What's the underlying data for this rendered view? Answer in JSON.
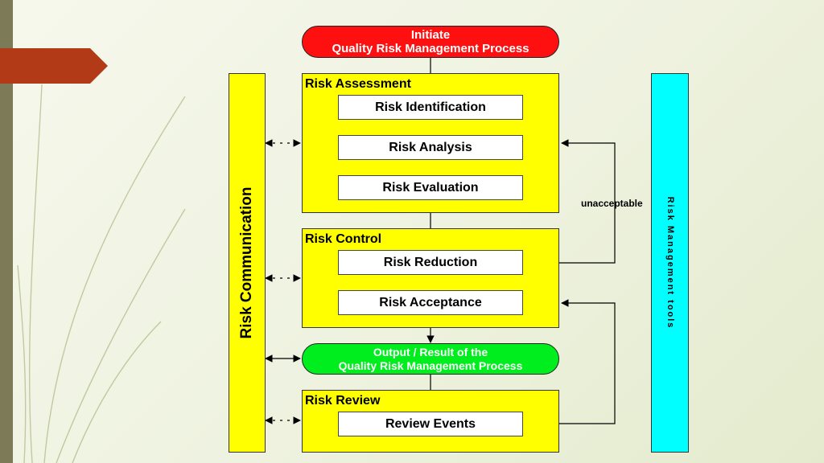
{
  "start": {
    "line1": "Initiate",
    "line2": "Quality Risk Management Process",
    "color": "#ff1010"
  },
  "assessment": {
    "label": "Risk Assessment",
    "steps": [
      "Risk Identification",
      "Risk Analysis",
      "Risk Evaluation"
    ]
  },
  "control": {
    "label": "Risk Control",
    "steps": [
      "Risk Reduction",
      "Risk Acceptance"
    ]
  },
  "output": {
    "line1": "Output / Result of the",
    "line2": "Quality Risk Management Process",
    "color": "#00ee1e"
  },
  "review": {
    "label": "Risk Review",
    "steps": [
      "Review Events"
    ]
  },
  "side": {
    "communication": "Risk Communication",
    "tools": "Risk Management tools",
    "feedback_label": "unacceptable"
  },
  "colors": {
    "section": "#ffff00",
    "tools": "#00ffff",
    "accent_tab": "#b23a16"
  }
}
